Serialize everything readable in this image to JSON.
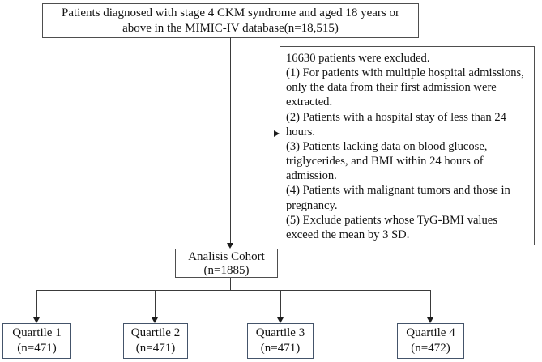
{
  "flowchart": {
    "top_box": {
      "line1": "Patients diagnosed with stage 4 CKM syndrome and aged 18 years or",
      "line2": "above in the MIMIC-IV database(n=18,515)"
    },
    "exclusion_box": {
      "lines": [
        "16630 patients were excluded.",
        "(1) For patients with multiple hospital admissions,",
        "only the data from their first admission were",
        "extracted.",
        "(2) Patients with a hospital stay of less than 24",
        "hours.",
        "(3) Patients lacking data on blood glucose,",
        "triglycerides, and BMI within 24 hours of",
        "admission.",
        "(4) Patients with malignant tumors and those in",
        "pregnancy.",
        "(5) Exclude patients whose TyG-BMI values",
        "exceed the mean by 3 SD."
      ]
    },
    "cohort_box": {
      "line1": "Analisis Cohort",
      "line2": "(n=1885)"
    },
    "quartile_boxes": [
      {
        "line1": "Quartile 1",
        "line2": "(n=471)"
      },
      {
        "line1": "Quartile 2",
        "line2": "(n=471)"
      },
      {
        "line1": "Quartile 3",
        "line2": "(n=471)"
      },
      {
        "line1": "Quartile 4",
        "line2": "(n=472)"
      }
    ],
    "colors": {
      "background": "#ffffff",
      "box_border": "#4e4e4e",
      "quartile_border": "#44546a",
      "connector": "#3a3a3a",
      "text": "#141414"
    }
  }
}
